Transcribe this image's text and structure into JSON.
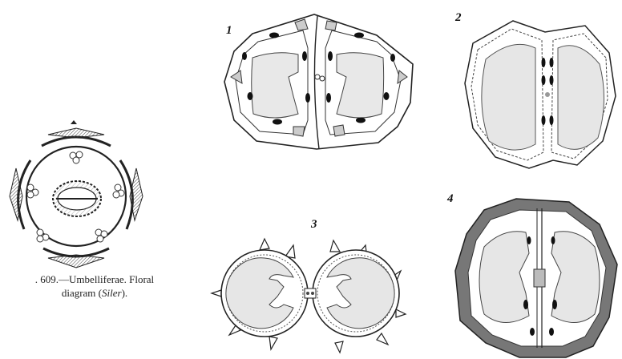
{
  "figure_labels": {
    "fig1": "1",
    "fig2": "2",
    "fig3": "3",
    "fig4": "4"
  },
  "caption": {
    "line1": ". 609.—Umbelliferae. Floral",
    "line2_prefix": "diagram (",
    "line2_genus": "Siler",
    "line2_suffix": ")."
  },
  "colors": {
    "ink": "#1a1a1a",
    "endosperm": "#e6e6e6",
    "dark_ring": "#6e6e6e",
    "oil_duct": "#111111"
  }
}
